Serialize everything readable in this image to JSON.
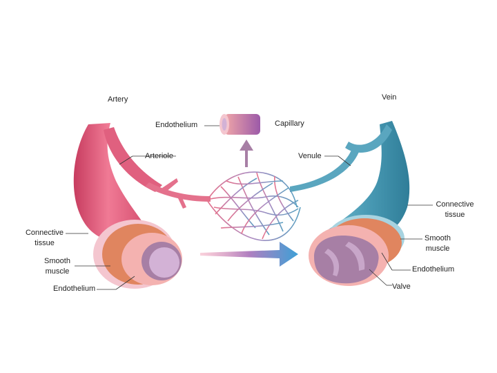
{
  "labels": {
    "artery": "Artery",
    "vein": "Vein",
    "capillary": "Capillary",
    "endothelium_top": "Endothelium",
    "arteriole": "Arteriole",
    "venule": "Venule",
    "connective_tissue_left_1": "Connective",
    "connective_tissue_left_2": "tissue",
    "smooth_muscle_left_1": "Smooth",
    "smooth_muscle_left_2": "muscle",
    "endothelium_left": "Endothelium",
    "connective_tissue_right_1": "Connective",
    "connective_tissue_right_2": "tissue",
    "smooth_muscle_right_1": "Smooth",
    "smooth_muscle_right_2": "muscle",
    "endothelium_right": "Endothelium",
    "valve": "Valve"
  },
  "colors": {
    "artery_red": "#e55a7a",
    "artery_dark": "#c73c5f",
    "vein_blue": "#4a9bb5",
    "vein_dark": "#2f7d98",
    "muscle": "#e0855f",
    "endothelium_pink": "#f4b2b0",
    "lumen_purple": "#a77fa5",
    "arrow_blue": "#3ea0d6",
    "arrow_pink": "#e88aa2"
  }
}
